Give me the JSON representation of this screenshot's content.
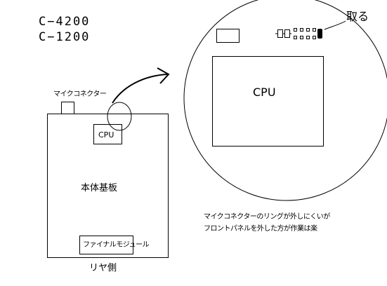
{
  "models": [
    "C−4200",
    "C−1200"
  ],
  "labels": {
    "mic_connector": "マイクコネクター",
    "cpu_small": "CPU",
    "main_board": "本体基板",
    "final_module": "ファイナルモジュール",
    "rear_side": "リヤ側",
    "cpu_large": "CPU",
    "remove": "取る"
  },
  "note": {
    "line1": "マイクコネクターのリングが外しにくいが",
    "line2": "フロントパネルを外した方が作業は楽"
  }
}
